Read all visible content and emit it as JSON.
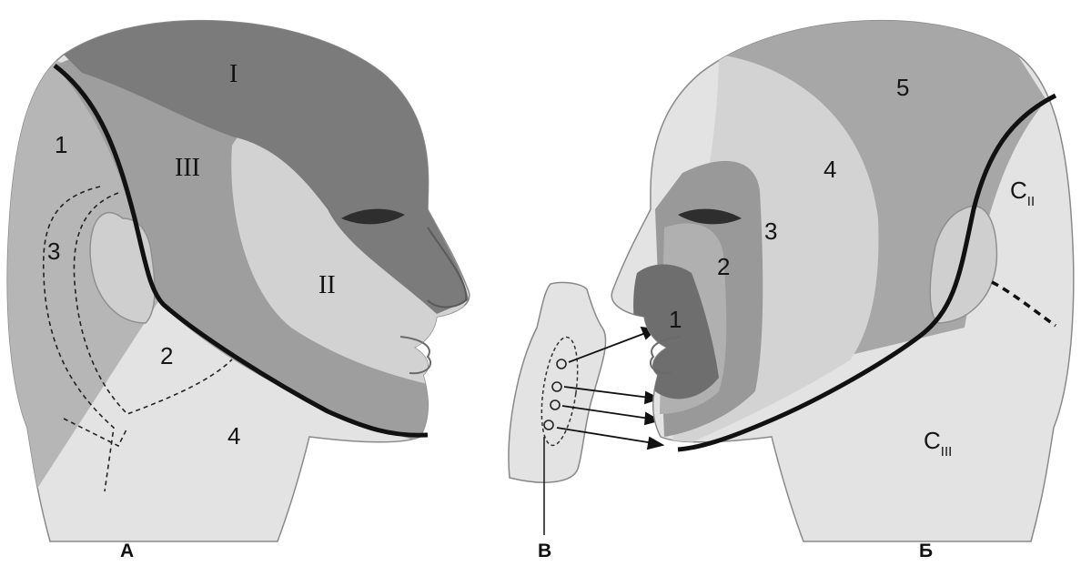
{
  "colors": {
    "skin_light": "#e3e3e3",
    "zone_light": "#d2d2d2",
    "zone_mid": "#a9a9a9",
    "zone_dark": "#7a7a7a",
    "zone_darker": "#6a6a6a",
    "boundary_line": "#111111"
  },
  "panel_a": {
    "panel_label": "А",
    "labels": {
      "zone_1": "1",
      "zone_2": "2",
      "zone_3": "3",
      "zone_4": "4",
      "trigeminal_I": "I",
      "trigeminal_II": "II",
      "trigeminal_III": "III"
    }
  },
  "panel_b": {
    "panel_label": "Б",
    "labels": {
      "zone_1": "1",
      "zone_2": "2",
      "zone_3": "3",
      "zone_4": "4",
      "zone_5": "5",
      "c2_main": "C",
      "c2_sub": "II",
      "c3_main": "C",
      "c3_sub": "III"
    }
  },
  "panel_v": {
    "panel_label": "В"
  },
  "icons": {
    "head_a": "head-profile-right-icon",
    "head_b": "head-profile-left-icon",
    "nucleus": "brainstem-nucleus-icon"
  }
}
